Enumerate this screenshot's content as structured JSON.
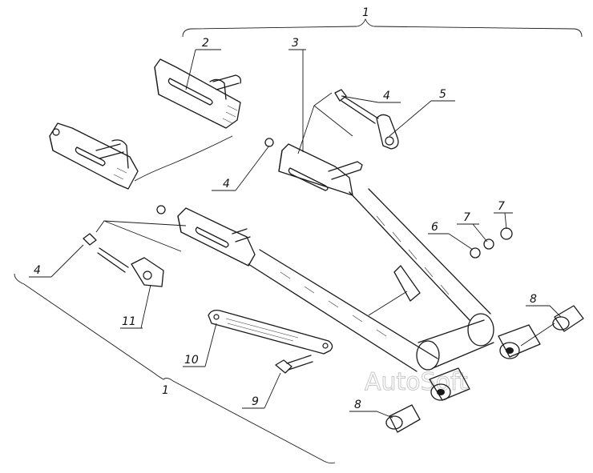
{
  "callouts": [
    {
      "id": "c1-top",
      "text": "1"
    },
    {
      "id": "c2",
      "text": "2"
    },
    {
      "id": "c3",
      "text": "3"
    },
    {
      "id": "c4-a",
      "text": "4"
    },
    {
      "id": "c5",
      "text": "5"
    },
    {
      "id": "c4-b",
      "text": "4"
    },
    {
      "id": "c6",
      "text": "6"
    },
    {
      "id": "c7-a",
      "text": "7"
    },
    {
      "id": "c7-b",
      "text": "7"
    },
    {
      "id": "c8-a",
      "text": "8"
    },
    {
      "id": "c4-c",
      "text": "4"
    },
    {
      "id": "c11",
      "text": "11"
    },
    {
      "id": "c10",
      "text": "10"
    },
    {
      "id": "c1-bottom",
      "text": "1"
    },
    {
      "id": "c9",
      "text": "9"
    },
    {
      "id": "c8-b",
      "text": "8"
    }
  ],
  "watermark": "AutoSoft"
}
